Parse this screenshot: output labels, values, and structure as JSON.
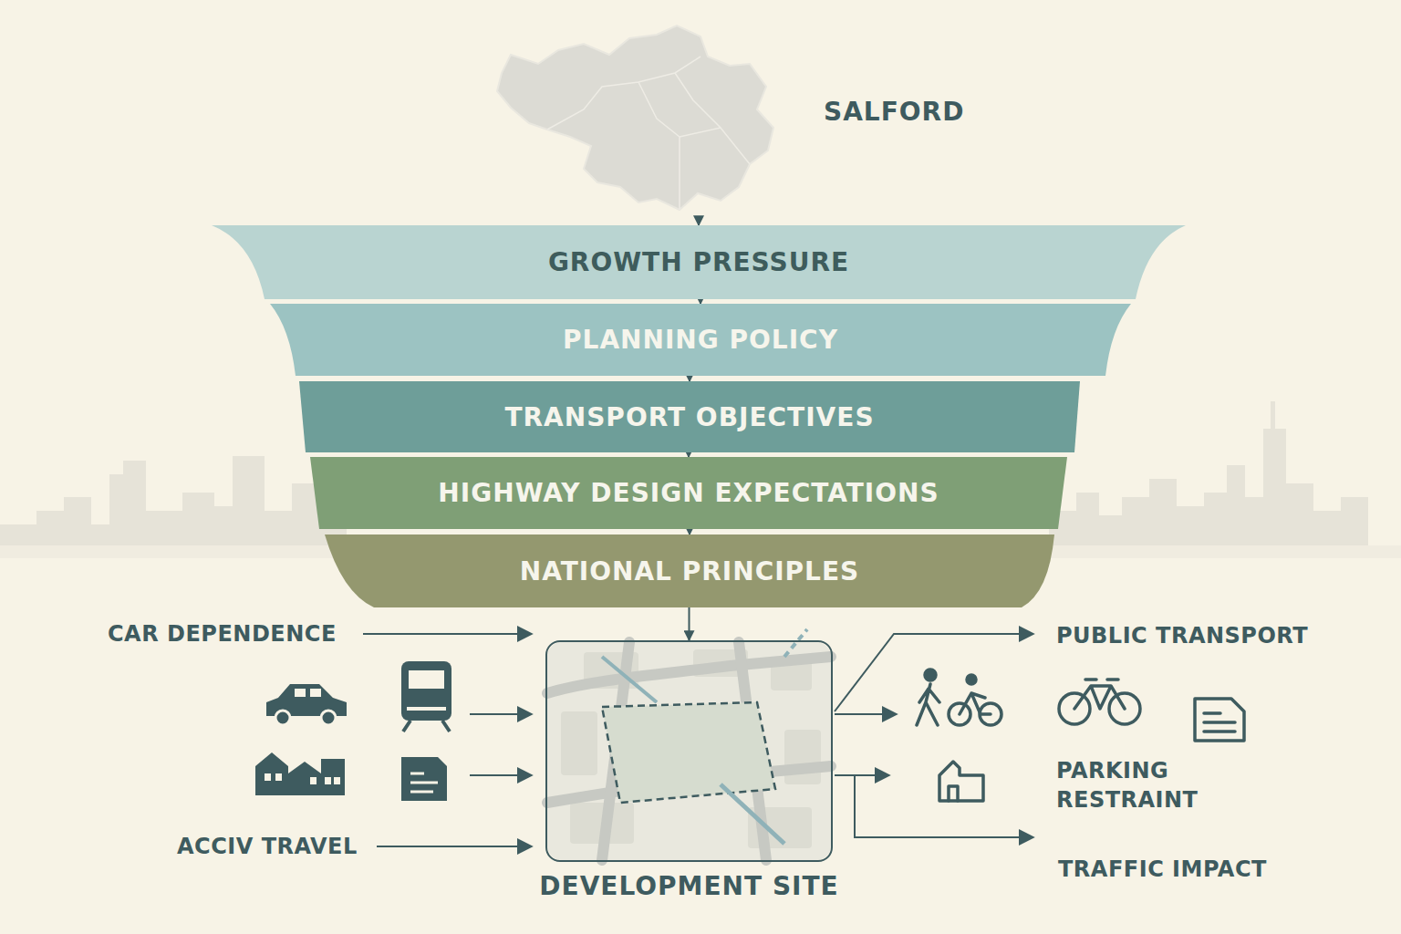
{
  "diagram": {
    "nodes": [
      {
        "text": [
          "SALFORD"
        ]
      },
      {
        "text": [
          "GROWTH PRESSURE"
        ]
      },
      {
        "text": [
          "PLANNING POLICY"
        ]
      },
      {
        "text": [
          "TRANSPORT OBJECTIVES"
        ]
      },
      {
        "text": [
          "HIGHWAY DESIGN EXPECTATIONS"
        ]
      },
      {
        "text": [
          "NATIONAL PRINCIPLES"
        ]
      },
      {
        "text": [
          "DEVELOPMENT SITE"
        ]
      }
    ],
    "edges": [
      {
        "from": 0,
        "to": 1,
        "arrow": "to"
      },
      {
        "from": 1,
        "to": 2,
        "arrow": "to"
      },
      {
        "from": 2,
        "to": 3,
        "arrow": "to"
      },
      {
        "from": 3,
        "to": 4,
        "arrow": "to"
      },
      {
        "from": 4,
        "to": 5,
        "arrow": "to"
      },
      {
        "from": 5,
        "to": 6,
        "arrow": "to"
      }
    ],
    "labels": [
      "CAR DEPENDENCE",
      "ACCIV TRAVEL",
      "PUBLIC TRANSPORT",
      "PARKING RESTRAINT",
      "TRAFFIC IMPACT"
    ]
  }
}
